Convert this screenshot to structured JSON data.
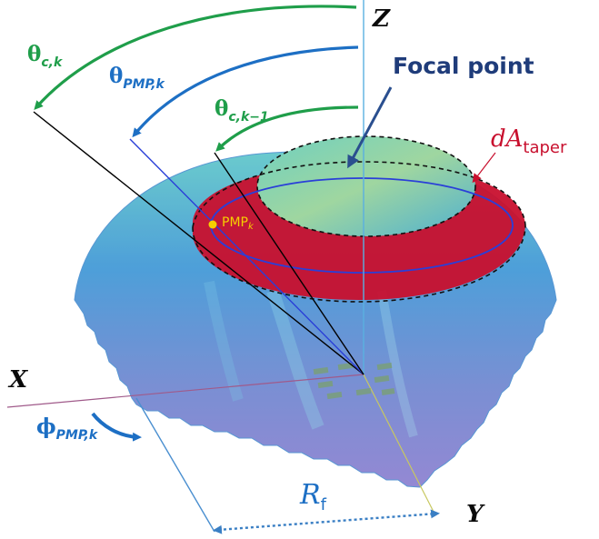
{
  "axes": {
    "z": "Z",
    "x": "X",
    "y": "Y"
  },
  "angles": {
    "theta_c_k": {
      "base": "θ",
      "sub": "c,k"
    },
    "theta_pmp_k": {
      "base": "θ",
      "sub": "PMP,k"
    },
    "theta_c_k_1": {
      "base": "θ",
      "sub": "c,k−1"
    },
    "phi_pmp_k": {
      "base": "ϕ",
      "sub": "PMP,k"
    }
  },
  "labels": {
    "focal_point": "Focal point",
    "pmp": {
      "base": "PMP",
      "sub": "k"
    },
    "dA": {
      "base": "dA",
      "sub": "taper"
    },
    "rf": {
      "base": "R",
      "sub": "f"
    }
  },
  "colors": {
    "green": "#1f9e4a",
    "blue": "#1d6fc4",
    "red_band": "#c8102e",
    "dome": "#4aa3d8",
    "navy": "#1f3c7a",
    "pmp_point": "#f5d000"
  }
}
